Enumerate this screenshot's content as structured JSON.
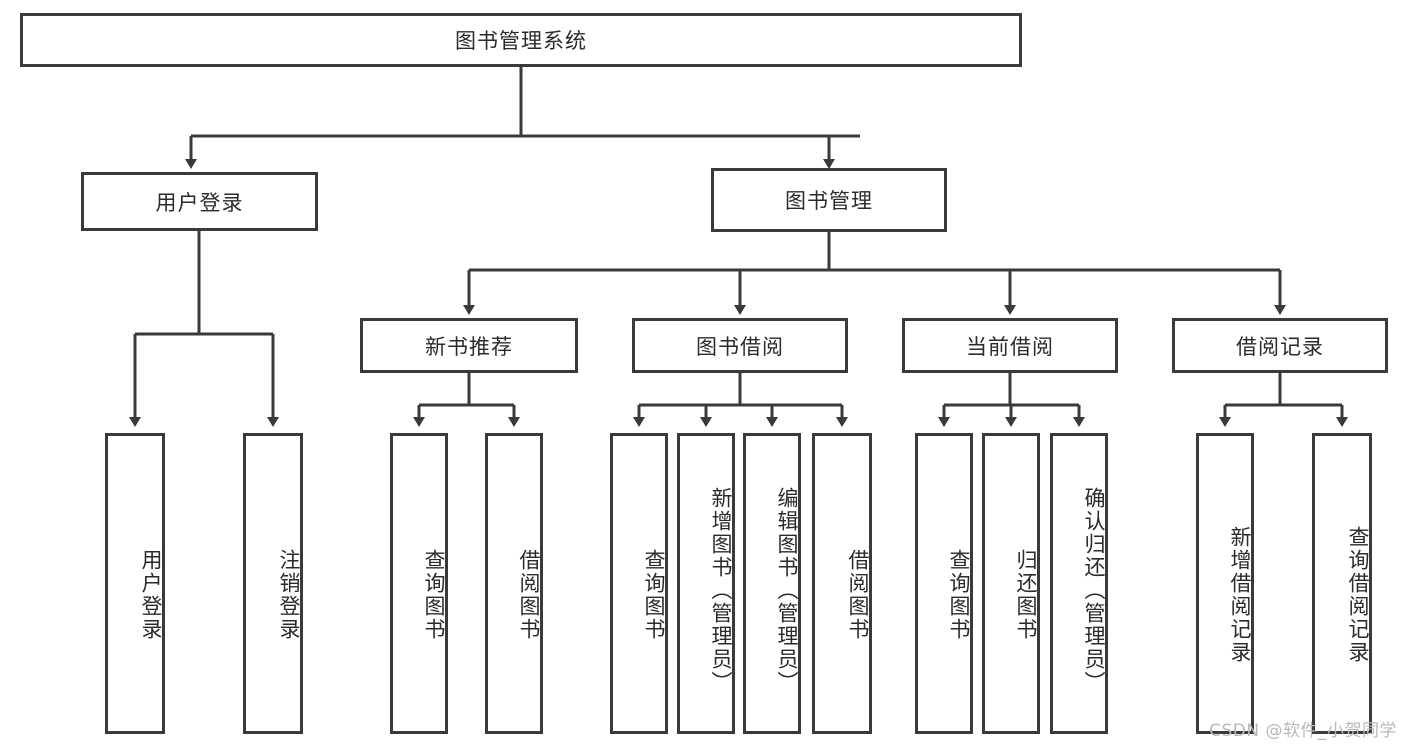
{
  "diagram": {
    "type": "tree-hierarchy-chart",
    "title_node": {
      "label": "图书管理系统"
    },
    "level2": [
      {
        "label": "用户登录"
      },
      {
        "label": "图书管理"
      }
    ],
    "level3": [
      {
        "label": "新书推荐"
      },
      {
        "label": "图书借阅"
      },
      {
        "label": "当前借阅"
      },
      {
        "label": "借阅记录"
      }
    ],
    "leaves": {
      "user_login": [
        {
          "label": "用户登录"
        },
        {
          "label": "注销登录"
        }
      ],
      "new_book_recommend": [
        {
          "label": "查询图书"
        },
        {
          "label": "借阅图书"
        }
      ],
      "book_borrow": [
        {
          "label": "查询图书"
        },
        {
          "label": "新增图书（管理员）"
        },
        {
          "label": "编辑图书（管理员）"
        },
        {
          "label": "借阅图书"
        }
      ],
      "current_borrow": [
        {
          "label": "查询图书"
        },
        {
          "label": "归还图书"
        },
        {
          "label": "确认归还（管理员）"
        }
      ],
      "borrow_record": [
        {
          "label": "新增借阅记录"
        },
        {
          "label": "查询借阅记录"
        }
      ]
    },
    "watermark": {
      "text": "CSDN @软件_小贺同学"
    },
    "colors": {
      "stroke": "#3a3a3a",
      "fill": "#ffffff",
      "text": "#2b2b2b",
      "watermark": "#b9b9b9"
    }
  }
}
